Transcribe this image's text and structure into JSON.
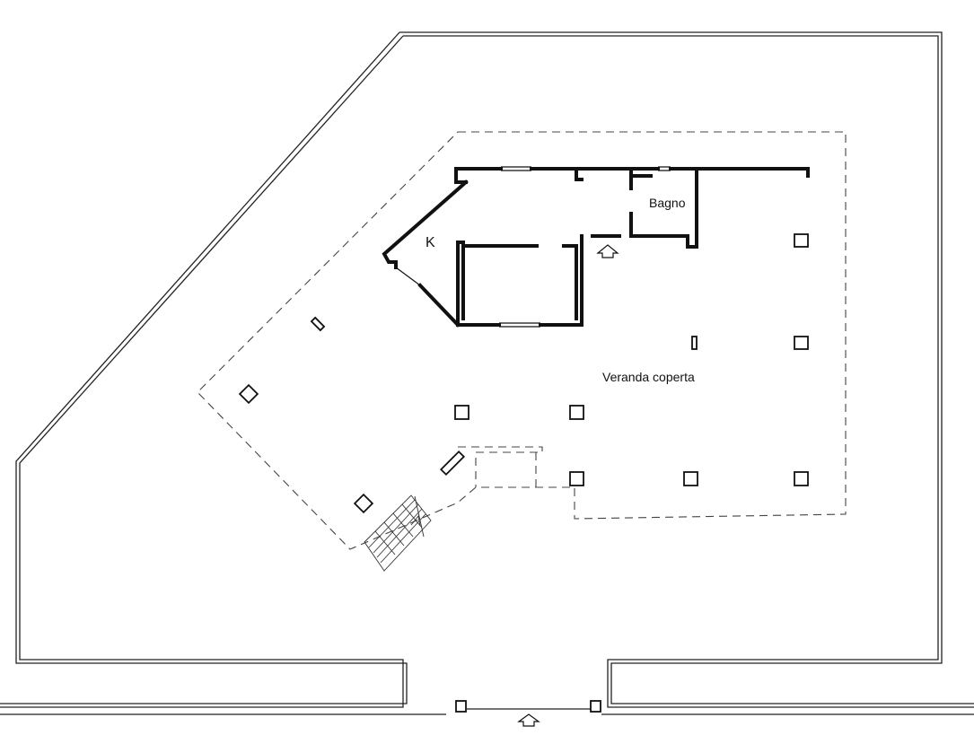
{
  "rooms": {
    "bathroom": "Bagno",
    "kitchen": "K",
    "veranda": "Veranda coperta"
  },
  "icons": {
    "entrance_arrow": "up-arrow-icon"
  }
}
